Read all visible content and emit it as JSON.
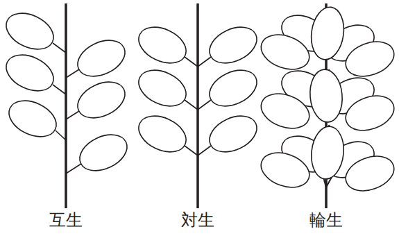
{
  "diagram": {
    "labels": [
      "互生",
      "対生",
      "輪生"
    ]
  }
}
